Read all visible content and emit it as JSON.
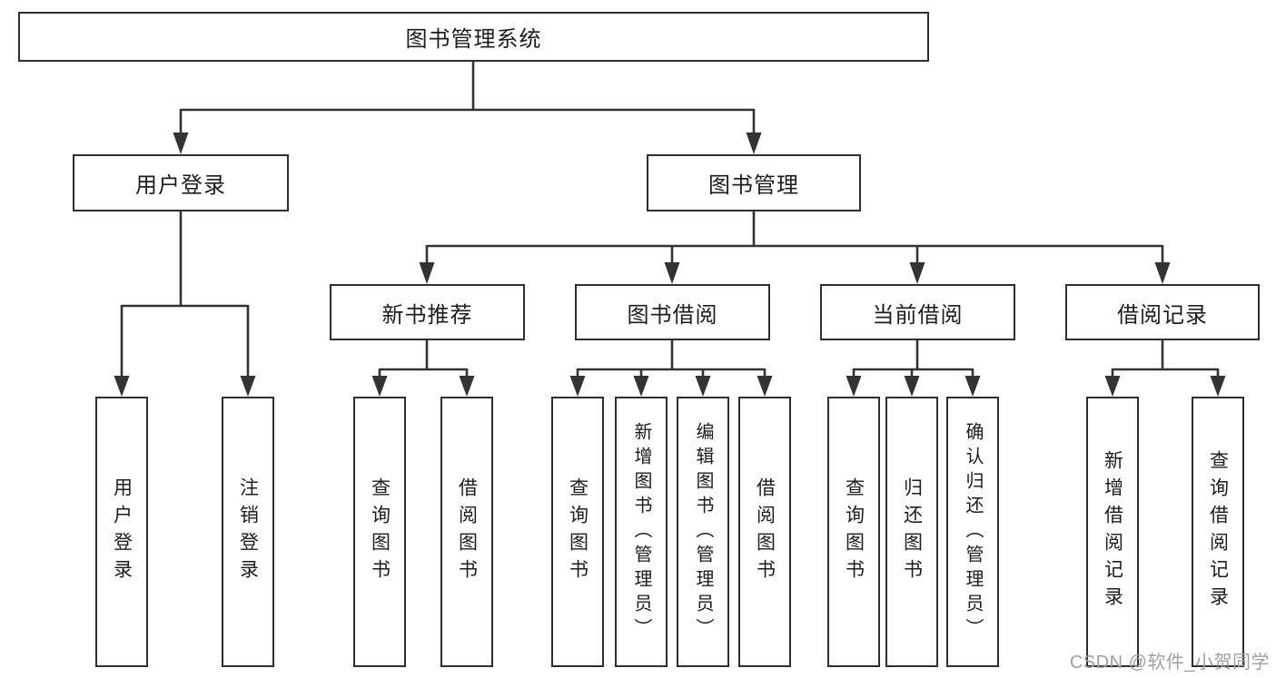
{
  "colors": {
    "line": "#333333",
    "box_border": "#2f2f2f",
    "box_background": "#ffffff",
    "text": "#1d1d1d",
    "watermark": "#9fa0a5"
  },
  "watermark": {
    "text": "CSDN @软件_小贺同学"
  },
  "tree": {
    "root": "图书管理系统",
    "children": [
      {
        "label": "用户登录",
        "children": [
          {
            "label": "用户登录"
          },
          {
            "label": "注销登录"
          }
        ]
      },
      {
        "label": "图书管理",
        "children": [
          {
            "label": "新书推荐",
            "children": [
              {
                "label": "查询图书"
              },
              {
                "label": "借阅图书"
              }
            ]
          },
          {
            "label": "图书借阅",
            "children": [
              {
                "label": "查询图书"
              },
              {
                "label": "新增图书（管理员）"
              },
              {
                "label": "编辑图书（管理员）"
              },
              {
                "label": "借阅图书"
              }
            ]
          },
          {
            "label": "当前借阅",
            "children": [
              {
                "label": "查询图书"
              },
              {
                "label": "归还图书"
              },
              {
                "label": "确认归还（管理员）"
              }
            ]
          },
          {
            "label": "借阅记录",
            "children": [
              {
                "label": "新增借阅记录"
              },
              {
                "label": "查询借阅记录"
              }
            ]
          }
        ]
      }
    ]
  }
}
